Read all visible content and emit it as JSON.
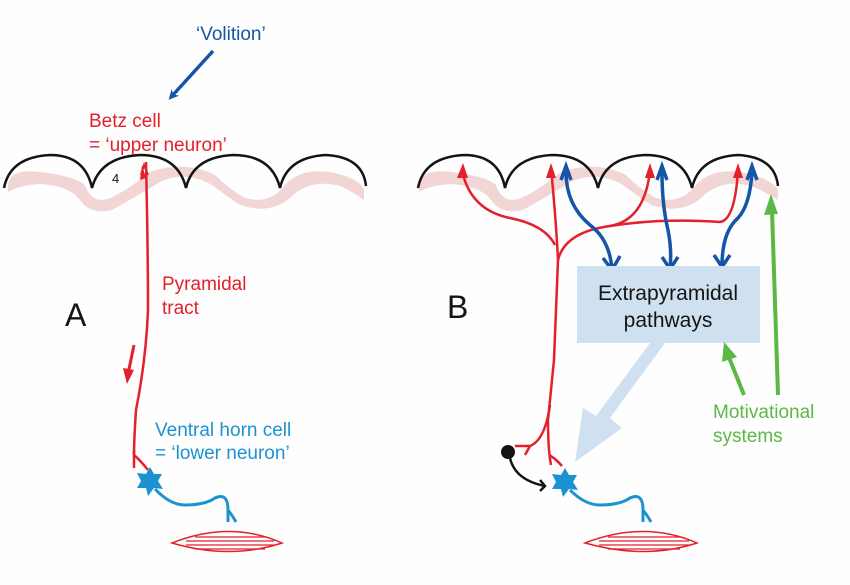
{
  "colors": {
    "red": "#e3202b",
    "blue_dark": "#1455a8",
    "blue_light": "#1c93d0",
    "green": "#5cb845",
    "cortex_fill": "#f2d6d6",
    "box_fill": "#cfe1f0",
    "black": "#141414"
  },
  "panel_a": {
    "letter": "A",
    "volition": "‘Volition’",
    "betz_line1": "Betz cell",
    "betz_line2": "= ‘upper neuron’",
    "area_number": "4",
    "tract_line1": "Pyramidal",
    "tract_line2": "tract",
    "ventral_line1": "Ventral horn cell",
    "ventral_line2": "= ‘lower neuron’"
  },
  "panel_b": {
    "letter": "B",
    "box_line1": "Extrapyramidal",
    "box_line2": "pathways",
    "motiv_line1": "Motivational",
    "motiv_line2": "systems"
  }
}
